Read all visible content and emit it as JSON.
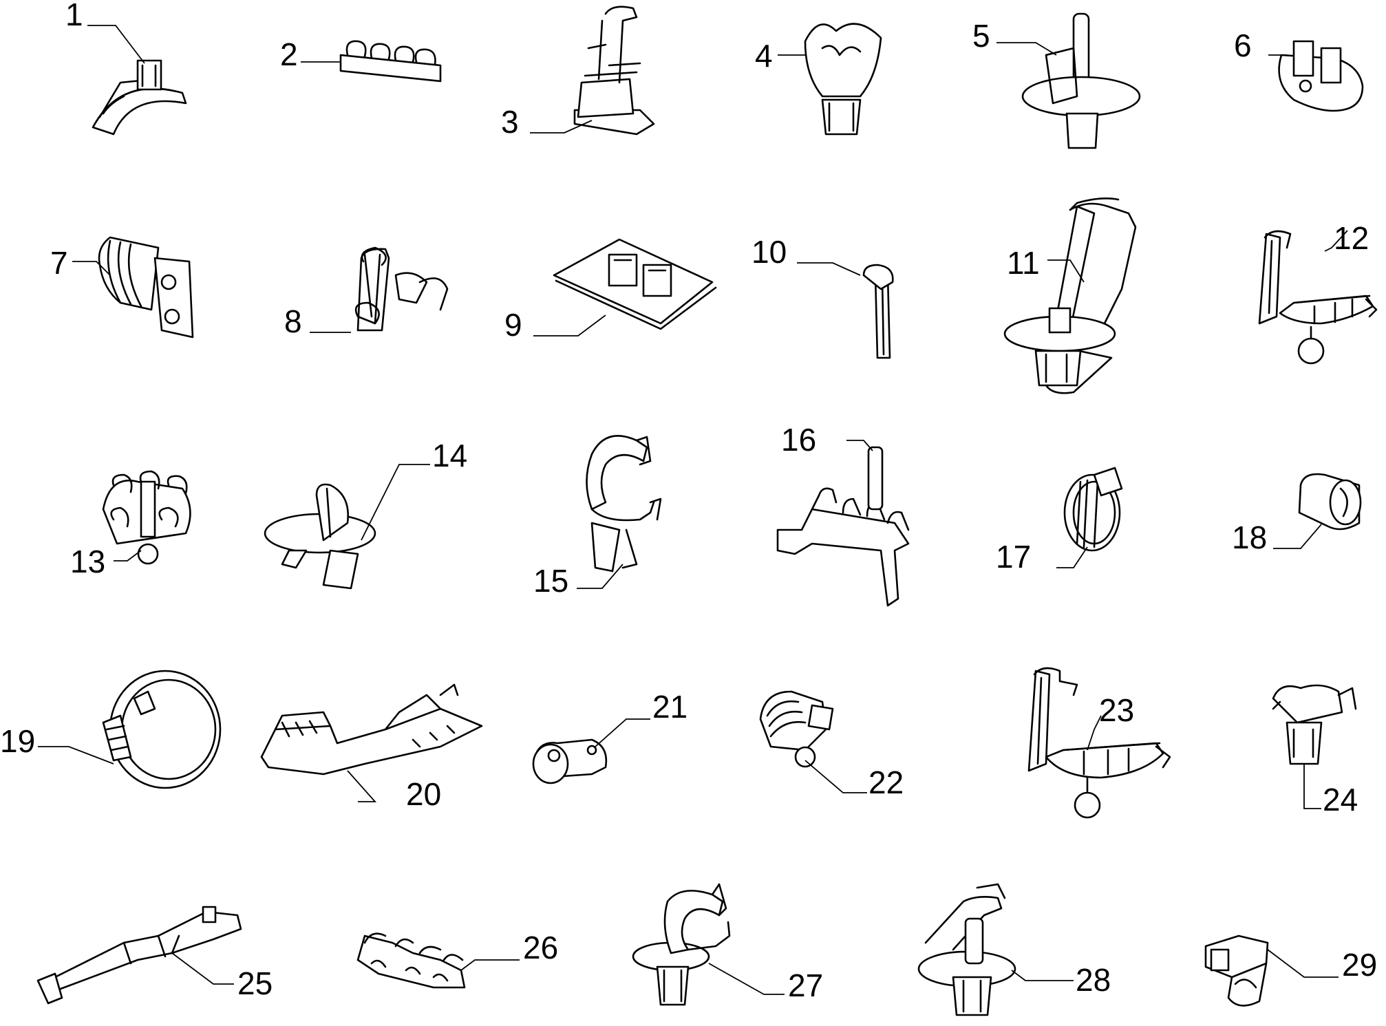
{
  "diagram": {
    "parts": [
      {
        "number": "1"
      },
      {
        "number": "2"
      },
      {
        "number": "3"
      },
      {
        "number": "4"
      },
      {
        "number": "5"
      },
      {
        "number": "6"
      },
      {
        "number": "7"
      },
      {
        "number": "8"
      },
      {
        "number": "9"
      },
      {
        "number": "10"
      },
      {
        "number": "11"
      },
      {
        "number": "12"
      },
      {
        "number": "13"
      },
      {
        "number": "14"
      },
      {
        "number": "15"
      },
      {
        "number": "16"
      },
      {
        "number": "17"
      },
      {
        "number": "18"
      },
      {
        "number": "19"
      },
      {
        "number": "20"
      },
      {
        "number": "21"
      },
      {
        "number": "22"
      },
      {
        "number": "23"
      },
      {
        "number": "24"
      },
      {
        "number": "25"
      },
      {
        "number": "26"
      },
      {
        "number": "27"
      },
      {
        "number": "28"
      },
      {
        "number": "29"
      }
    ]
  }
}
